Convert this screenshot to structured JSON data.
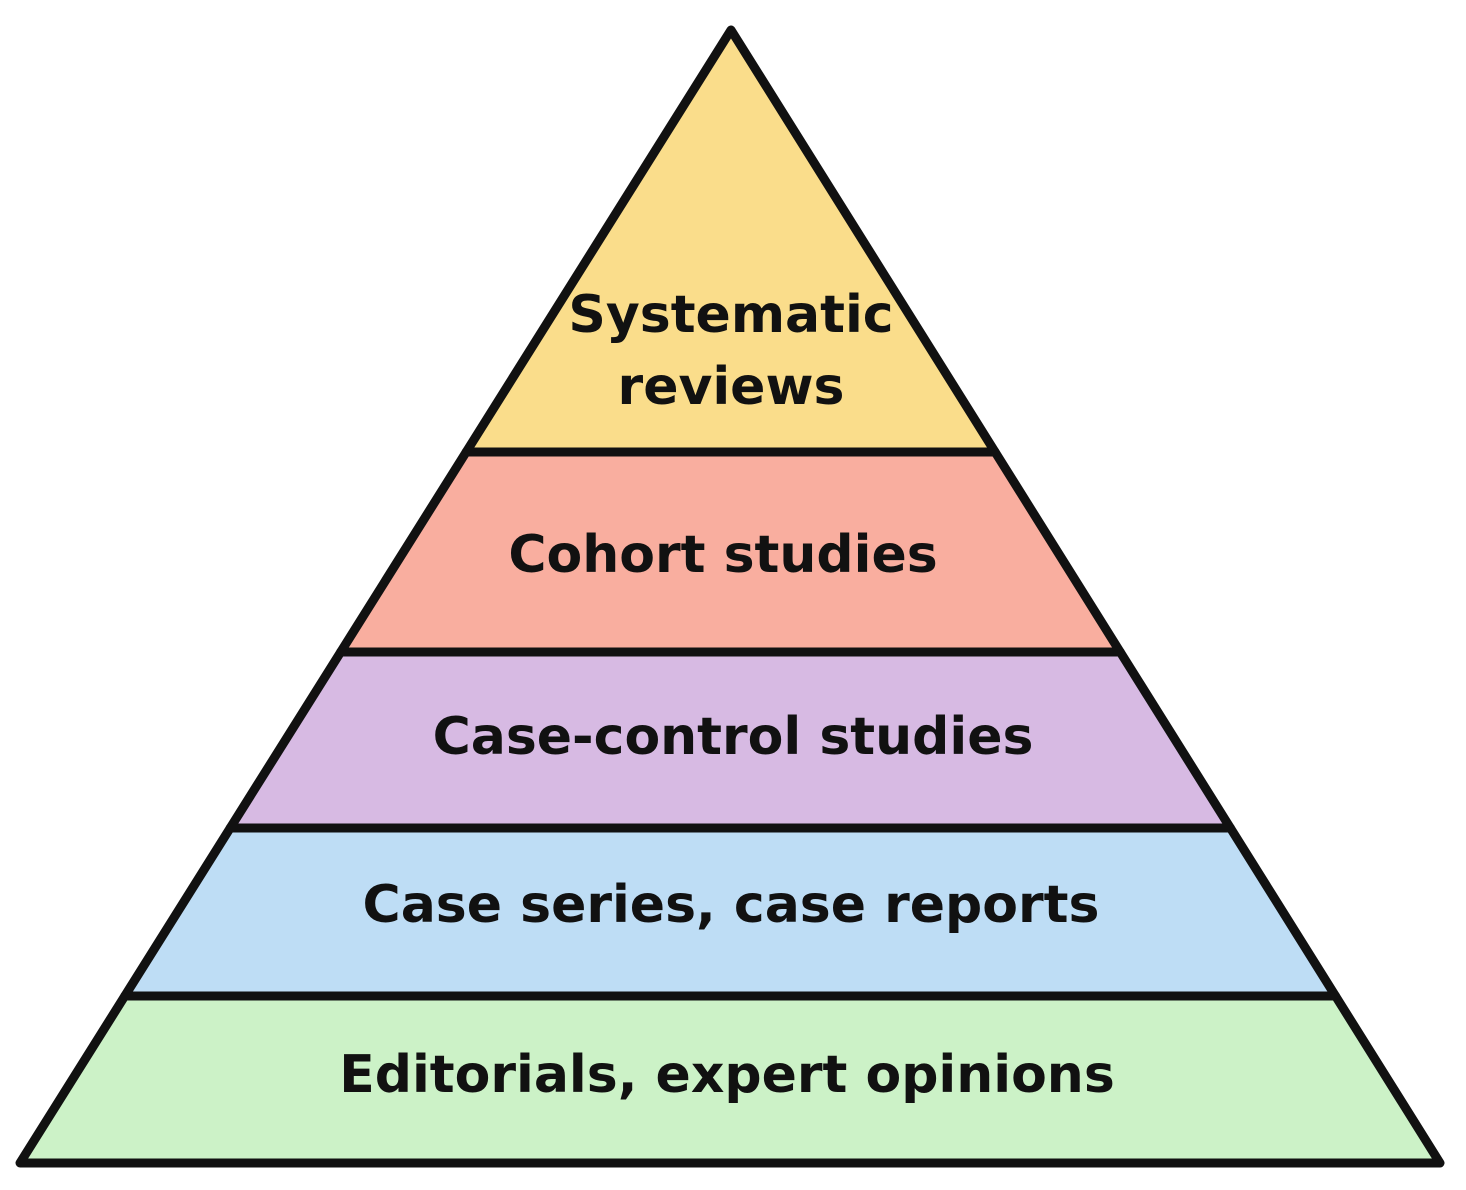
{
  "pyramid": {
    "tiers": [
      {
        "lines": [
          "Systematic",
          "reviews"
        ],
        "color": "#FADD8B"
      },
      {
        "lines": [
          "Cohort studies"
        ],
        "color": "#F9AE9F"
      },
      {
        "lines": [
          "Case-control studies"
        ],
        "color": "#D7BAE3"
      },
      {
        "lines": [
          "Case series, case reports"
        ],
        "color": "#BEDDF5"
      },
      {
        "lines": [
          "Editorials, expert opinions"
        ],
        "color": "#CCF2C7"
      }
    ]
  }
}
